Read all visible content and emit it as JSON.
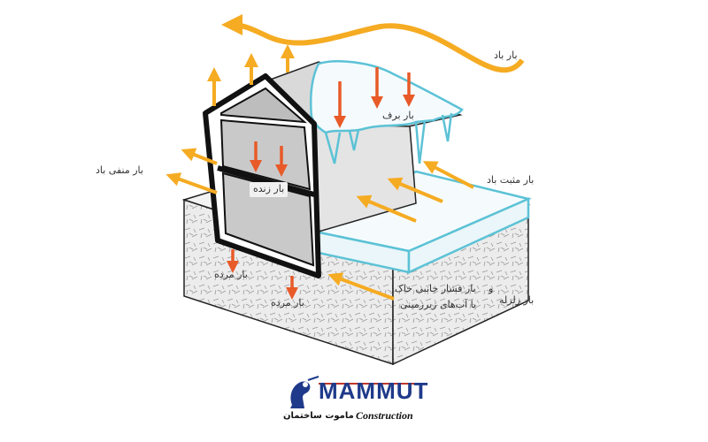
{
  "labels": {
    "wind": "بار باد",
    "snow": "بار برف",
    "negative_wind": "بار منفی باد",
    "live": "بار زنده",
    "positive_wind": "بار مثبت باد",
    "dead_1": "بار مرده",
    "dead_2": "بار مرده",
    "earthquake": "بار زلزله",
    "conjunction": "و",
    "soil_line1": "بار فشار جانبی خاک",
    "soil_line2": "یا آب‌های زیرزمینی"
  },
  "logo": {
    "brand": "MAMMUT",
    "brand_fa": "ماموت ساختمان",
    "brand_en": "Construction"
  },
  "colors": {
    "wind_arrow": "#f5ab22",
    "load_arrow": "#e85a28",
    "snow_outline": "#5cc2d6",
    "outline": "#111111",
    "brand": "#1f3a8a"
  }
}
